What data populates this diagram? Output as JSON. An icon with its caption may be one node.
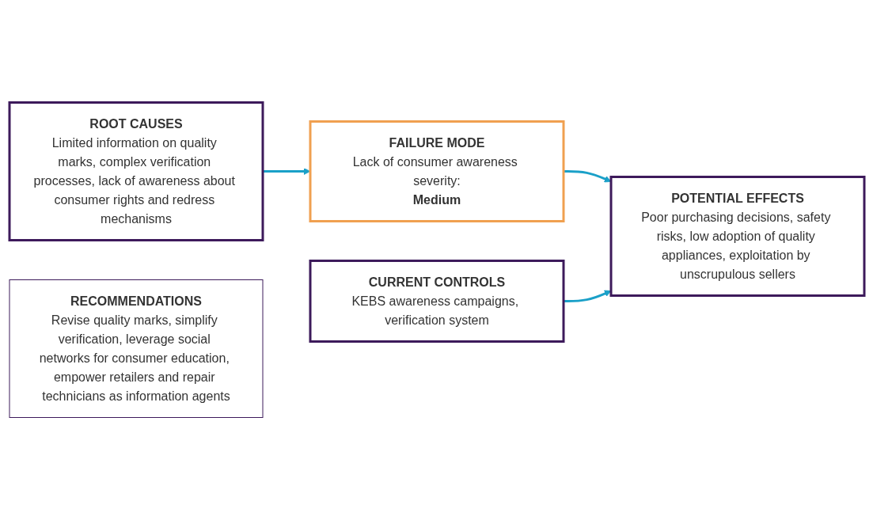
{
  "diagram": {
    "nodes": [
      {
        "text": [
          "ROOT CAUSES",
          "Limited information on quality marks, complex verification processes, lack of awareness about consumer rights and redress mechanisms"
        ]
      },
      {
        "text": [
          "FAILURE MODE",
          "Lack of consumer awareness severity:",
          "Medium"
        ]
      },
      {
        "text": [
          "POTENTIAL EFFECTS",
          "Poor purchasing decisions, safety risks, low adoption of quality appliances, exploitation by unscrupulous sellers"
        ]
      },
      {
        "text": [
          "CURRENT CONTROLS",
          "KEBS awareness campaigns, verification system"
        ]
      },
      {
        "text": [
          "RECOMMENDATIONS",
          "Revise quality marks, simplify verification, leverage social networks for consumer education, empower retailers and repair technicians as information agents"
        ]
      }
    ],
    "edges": [
      {
        "from": 0,
        "to": 1,
        "arrow": "to"
      },
      {
        "from": 1,
        "to": 2,
        "arrow": "to"
      },
      {
        "from": 3,
        "to": 2,
        "arrow": "to"
      }
    ]
  }
}
